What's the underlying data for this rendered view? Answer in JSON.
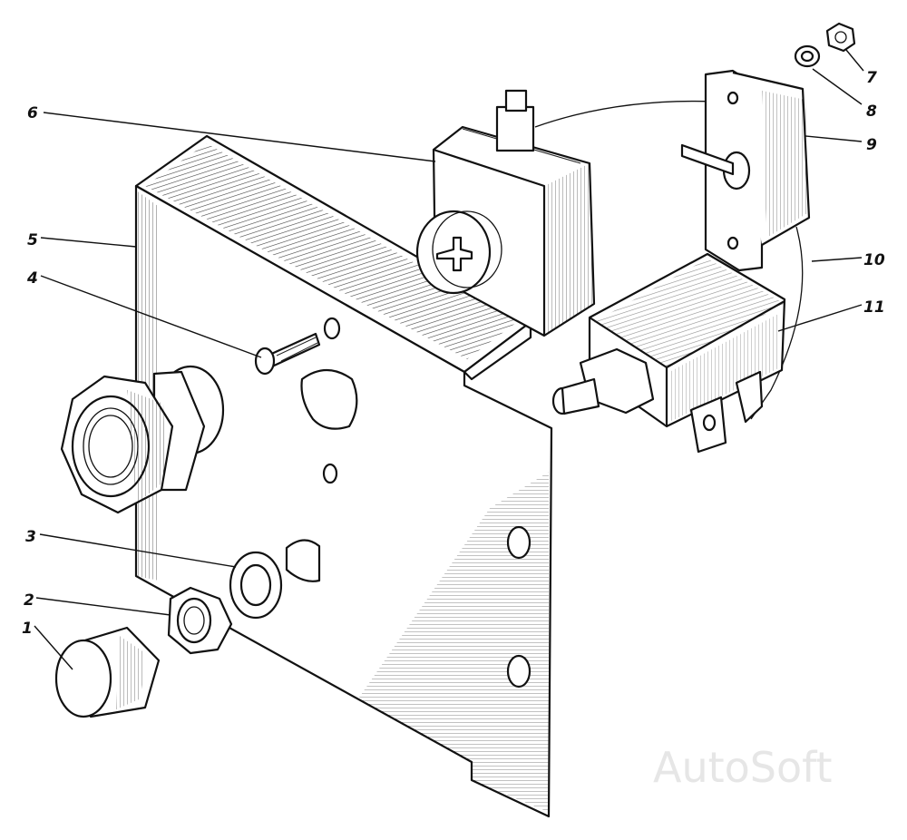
{
  "callouts": [
    {
      "id": "1",
      "label": "1"
    },
    {
      "id": "2",
      "label": "2"
    },
    {
      "id": "3",
      "label": "3"
    },
    {
      "id": "4",
      "label": "4"
    },
    {
      "id": "5",
      "label": "5"
    },
    {
      "id": "6",
      "label": "6"
    },
    {
      "id": "7",
      "label": "7"
    },
    {
      "id": "8",
      "label": "8"
    },
    {
      "id": "9",
      "label": "9"
    },
    {
      "id": "10",
      "label": "10"
    },
    {
      "id": "11",
      "label": "11"
    }
  ],
  "watermark": "AutoSoft"
}
